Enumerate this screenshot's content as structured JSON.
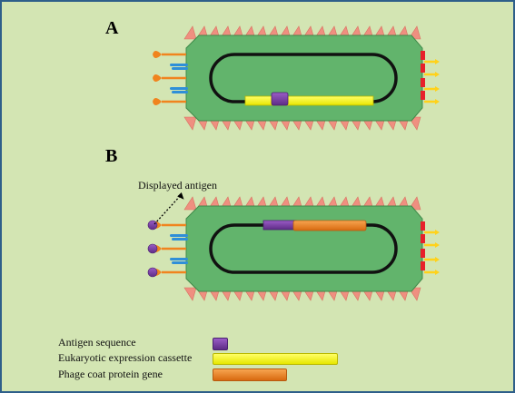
{
  "panels": [
    {
      "label": "A"
    },
    {
      "label": "B"
    }
  ],
  "annotation": {
    "displayed_antigen": "Displayed antigen"
  },
  "legend": [
    {
      "label": "Antigen sequence",
      "color": "#7b3fa6",
      "icon": "purple-box"
    },
    {
      "label": "Eukaryotic expression cassette",
      "color": "#ffff00",
      "icon": "yellow-bar"
    },
    {
      "label": "Phage coat protein gene",
      "color": "#f0841e",
      "icon": "orange-bar"
    }
  ],
  "colors": {
    "background": "#d3e5b3",
    "capsid": "#62b46c",
    "coat_spikes": "#ef8f80",
    "genome": "#111111",
    "tail_fibers": "#f0841e",
    "blue_proteins": "#2f8fd8",
    "red_proteins": "#e8202a",
    "yellow_proteins": "#ffd21a",
    "antigen": "#7b3fa6"
  }
}
